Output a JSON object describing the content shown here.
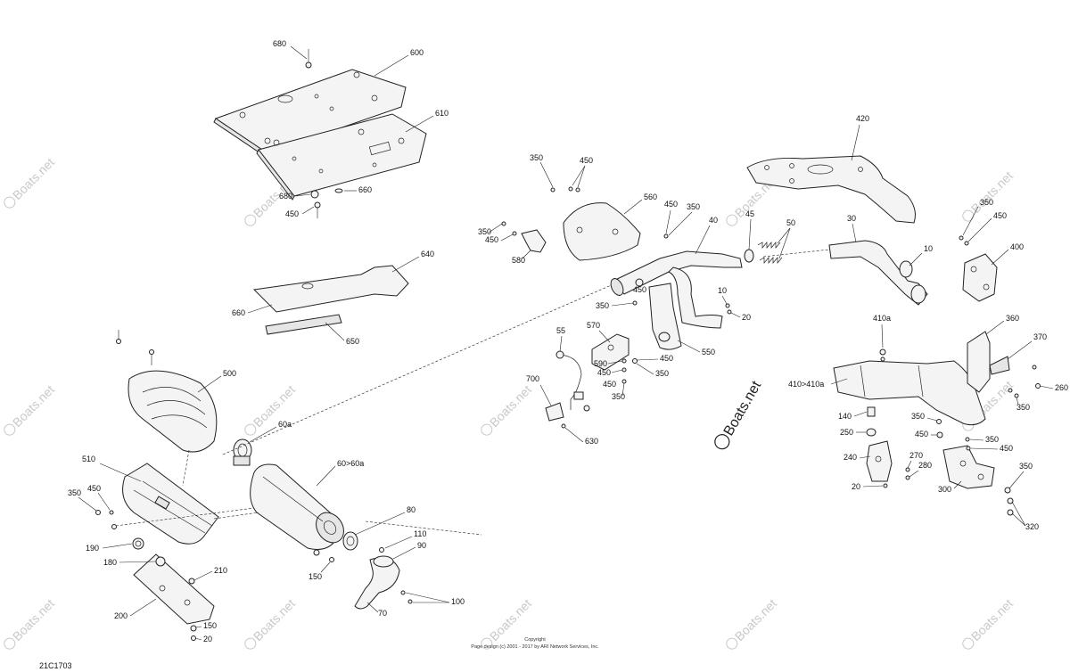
{
  "diagram_code": "21C1703",
  "watermark": "Boats.net",
  "copyright": {
    "line1": "Copyright",
    "line2": "Page design (c) 2001 - 2017 by ARI Network Services, Inc."
  },
  "callouts": {
    "c680_top": "680",
    "c600": "600",
    "c610": "610",
    "c680_b": "680",
    "c660_b": "660",
    "c450_b": "450",
    "c640": "640",
    "c660": "660",
    "c650": "650",
    "c500": "500",
    "c60a": "60a",
    "c510": "510",
    "c350_l": "350",
    "c450_l": "450",
    "c190": "190",
    "c180": "180",
    "c210": "210",
    "c200": "200",
    "c150_l": "150",
    "c20_l": "20",
    "c60_60a": "60>60a",
    "c80": "80",
    "c110": "110",
    "c90": "90",
    "c150": "150",
    "c100": "100",
    "c70": "70",
    "c350_a": "350",
    "c450_a": "450",
    "c560": "560",
    "c450_c": "450",
    "c350_c": "350",
    "c350_d": "350",
    "c450_d": "450",
    "c580": "580",
    "c40": "40",
    "c45": "45",
    "c50": "50",
    "c30": "30",
    "c10_r": "10",
    "c420": "420",
    "c450_e": "450",
    "c350_e": "350",
    "c10_m": "10",
    "c20_m": "20",
    "c550": "550",
    "c570": "570",
    "c55": "55",
    "c590": "590",
    "c450_f": "450",
    "c450_g": "450",
    "c350_g": "350",
    "c450_h": "450",
    "c350_h": "350",
    "c700": "700",
    "c630": "630",
    "c350_r": "350",
    "c450_r": "450",
    "c400": "400",
    "c410a": "410a",
    "c360": "360",
    "c370": "370",
    "c410_410a": "410>410a",
    "c260": "260",
    "c350_s": "350",
    "c140": "140",
    "c250": "250",
    "c350_t": "350",
    "c450_t": "450",
    "c350_u": "350",
    "c450_u": "450",
    "c240": "240",
    "c270": "270",
    "c280": "280",
    "c20_r": "20",
    "c300": "300",
    "c350_v": "350",
    "c320": "320"
  }
}
